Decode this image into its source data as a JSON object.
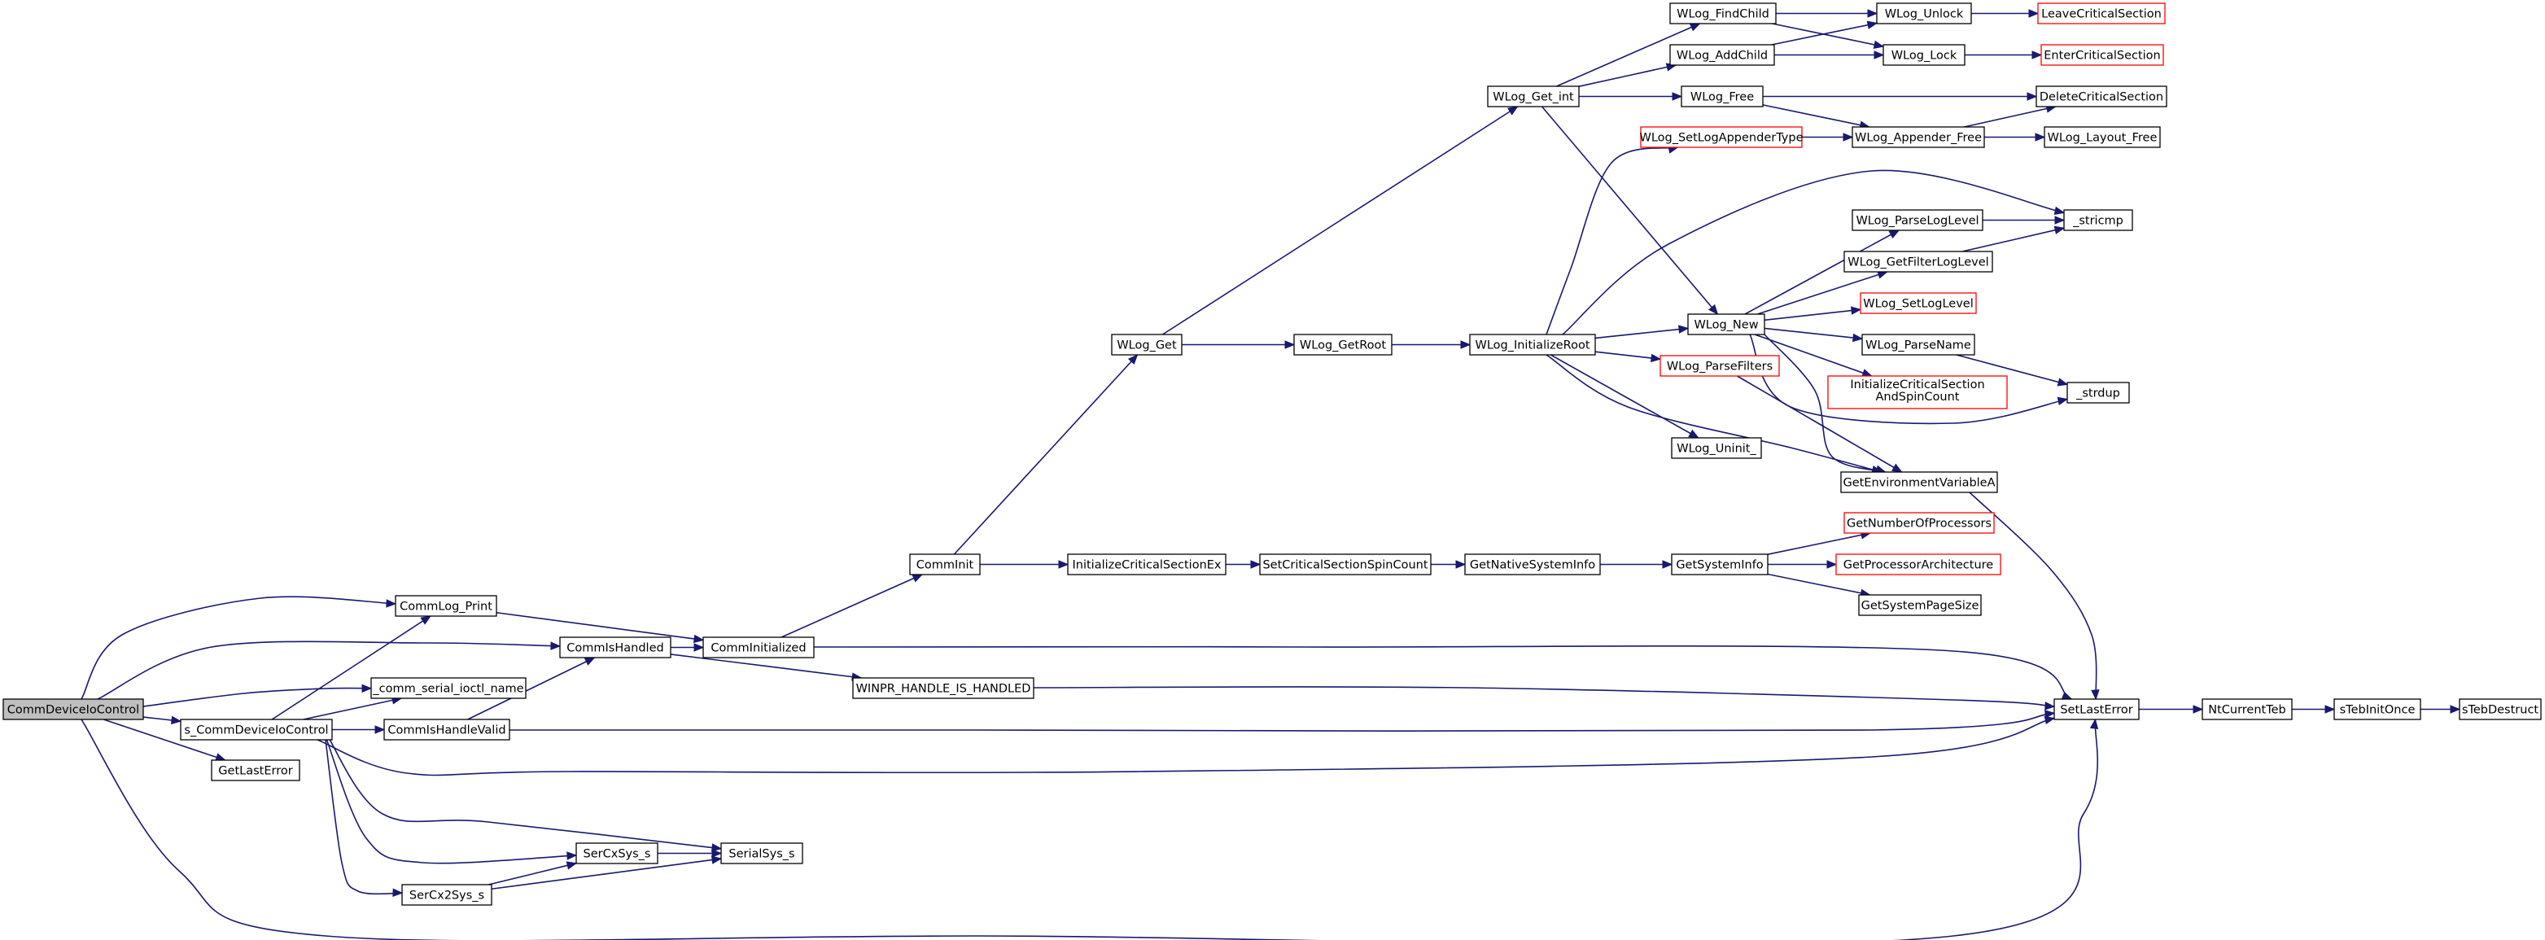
{
  "colors": {
    "edge": "#191970",
    "node_border": "#000000",
    "truncated_node_border": "#ff0000",
    "root_fill": "#bfbfbf",
    "node_fill": "#ffffff"
  },
  "nodes": {
    "CommDeviceIoControl": "CommDeviceIoControl",
    "CommLog_Print": "CommLog_Print",
    "CommIsHandled": "CommIsHandled",
    "_comm_serial_ioctl_name": "_comm_serial_ioctl_name",
    "s_CommDeviceIoControl": "s_CommDeviceIoControl",
    "GetLastError": "GetLastError",
    "CommIsHandleValid": "CommIsHandleValid",
    "SerCxSys_s": "SerCxSys_s",
    "SerCx2Sys_s": "SerCx2Sys_s",
    "SerialSys_s": "SerialSys_s",
    "CommInitialized": "CommInitialized",
    "WINPR_HANDLE_IS_HANDLED": "WINPR_HANDLE_IS_HANDLED",
    "CommInit": "CommInit",
    "WLog_Get": "WLog_Get",
    "InitializeCriticalSectionEx": "InitializeCriticalSectionEx",
    "SetCriticalSectionSpinCount": "SetCriticalSectionSpinCount",
    "GetNativeSystemInfo": "GetNativeSystemInfo",
    "GetSystemInfo": "GetSystemInfo",
    "GetNumberOfProcessors": "GetNumberOfProcessors",
    "GetProcessorArchitecture": "GetProcessorArchitecture",
    "GetSystemPageSize": "GetSystemPageSize",
    "WLog_GetRoot": "WLog_GetRoot",
    "WLog_InitializeRoot": "WLog_InitializeRoot",
    "WLog_Get_int": "WLog_Get_int",
    "WLog_FindChild": "WLog_FindChild",
    "WLog_AddChild": "WLog_AddChild",
    "WLog_Free": "WLog_Free",
    "WLog_Unlock": "WLog_Unlock",
    "WLog_Lock": "WLog_Lock",
    "LeaveCriticalSection": "LeaveCriticalSection",
    "EnterCriticalSection": "EnterCriticalSection",
    "DeleteCriticalSection": "DeleteCriticalSection",
    "WLog_SetLogAppenderType": "WLog_SetLogAppenderType",
    "WLog_Appender_Free": "WLog_Appender_Free",
    "WLog_Layout_Free": "WLog_Layout_Free",
    "WLog_New": "WLog_New",
    "WLog_ParseFilters": "WLog_ParseFilters",
    "WLog_Uninit_": "WLog_Uninit_",
    "WLog_ParseLogLevel": "WLog_ParseLogLevel",
    "WLog_GetFilterLogLevel": "WLog_GetFilterLogLevel",
    "WLog_SetLogLevel": "WLog_SetLogLevel",
    "WLog_ParseName": "WLog_ParseName",
    "InitializeCriticalSectionAndSpinCount_line1": "InitializeCriticalSection",
    "InitializeCriticalSectionAndSpinCount_line2": "AndSpinCount",
    "_stricmp": "_stricmp",
    "_strdup": "_strdup",
    "GetEnvironmentVariableA": "GetEnvironmentVariableA",
    "SetLastError": "SetLastError",
    "NtCurrentTeb": "NtCurrentTeb",
    "sTebInitOnce": "sTebInitOnce",
    "sTebDestruct": "sTebDestruct"
  },
  "edges": [
    [
      "CommDeviceIoControl",
      "CommLog_Print"
    ],
    [
      "CommDeviceIoControl",
      "CommIsHandled"
    ],
    [
      "CommDeviceIoControl",
      "_comm_serial_ioctl_name"
    ],
    [
      "CommDeviceIoControl",
      "s_CommDeviceIoControl"
    ],
    [
      "CommDeviceIoControl",
      "GetLastError"
    ],
    [
      "CommDeviceIoControl",
      "SetLastError"
    ],
    [
      "s_CommDeviceIoControl",
      "CommLog_Print"
    ],
    [
      "s_CommDeviceIoControl",
      "_comm_serial_ioctl_name"
    ],
    [
      "s_CommDeviceIoControl",
      "CommIsHandleValid"
    ],
    [
      "s_CommDeviceIoControl",
      "SerCxSys_s"
    ],
    [
      "s_CommDeviceIoControl",
      "SerCx2Sys_s"
    ],
    [
      "s_CommDeviceIoControl",
      "SerialSys_s"
    ],
    [
      "s_CommDeviceIoControl",
      "SetLastError"
    ],
    [
      "CommIsHandleValid",
      "CommIsHandled"
    ],
    [
      "CommIsHandleValid",
      "SetLastError"
    ],
    [
      "SerCxSys_s",
      "SerialSys_s"
    ],
    [
      "SerCx2Sys_s",
      "SerCxSys_s"
    ],
    [
      "SerCx2Sys_s",
      "SerialSys_s"
    ],
    [
      "CommLog_Print",
      "CommInitialized"
    ],
    [
      "CommIsHandled",
      "CommInitialized"
    ],
    [
      "CommIsHandled",
      "WINPR_HANDLE_IS_HANDLED"
    ],
    [
      "CommInitialized",
      "CommInit"
    ],
    [
      "CommInitialized",
      "SetLastError"
    ],
    [
      "WINPR_HANDLE_IS_HANDLED",
      "SetLastError"
    ],
    [
      "CommInit",
      "WLog_Get"
    ],
    [
      "CommInit",
      "InitializeCriticalSectionEx"
    ],
    [
      "InitializeCriticalSectionEx",
      "SetCriticalSectionSpinCount"
    ],
    [
      "SetCriticalSectionSpinCount",
      "GetNativeSystemInfo"
    ],
    [
      "GetNativeSystemInfo",
      "GetSystemInfo"
    ],
    [
      "GetSystemInfo",
      "GetNumberOfProcessors"
    ],
    [
      "GetSystemInfo",
      "GetProcessorArchitecture"
    ],
    [
      "GetSystemInfo",
      "GetSystemPageSize"
    ],
    [
      "WLog_Get",
      "WLog_GetRoot"
    ],
    [
      "WLog_Get",
      "WLog_Get_int"
    ],
    [
      "WLog_GetRoot",
      "WLog_InitializeRoot"
    ],
    [
      "WLog_Get_int",
      "WLog_FindChild"
    ],
    [
      "WLog_Get_int",
      "WLog_AddChild"
    ],
    [
      "WLog_Get_int",
      "WLog_Free"
    ],
    [
      "WLog_Get_int",
      "WLog_New"
    ],
    [
      "WLog_FindChild",
      "WLog_Unlock"
    ],
    [
      "WLog_FindChild",
      "WLog_Lock"
    ],
    [
      "WLog_AddChild",
      "WLog_Unlock"
    ],
    [
      "WLog_AddChild",
      "WLog_Lock"
    ],
    [
      "WLog_Unlock",
      "LeaveCriticalSection"
    ],
    [
      "WLog_Lock",
      "EnterCriticalSection"
    ],
    [
      "WLog_Free",
      "DeleteCriticalSection"
    ],
    [
      "WLog_Free",
      "WLog_Appender_Free"
    ],
    [
      "WLog_SetLogAppenderType",
      "WLog_Appender_Free"
    ],
    [
      "WLog_Appender_Free",
      "DeleteCriticalSection"
    ],
    [
      "WLog_Appender_Free",
      "WLog_Layout_Free"
    ],
    [
      "WLog_InitializeRoot",
      "WLog_SetLogAppenderType"
    ],
    [
      "WLog_InitializeRoot",
      "_stricmp"
    ],
    [
      "WLog_InitializeRoot",
      "WLog_New"
    ],
    [
      "WLog_InitializeRoot",
      "WLog_ParseFilters"
    ],
    [
      "WLog_InitializeRoot",
      "WLog_Uninit_"
    ],
    [
      "WLog_InitializeRoot",
      "GetEnvironmentVariableA"
    ],
    [
      "WLog_New",
      "WLog_ParseLogLevel"
    ],
    [
      "WLog_New",
      "WLog_GetFilterLogLevel"
    ],
    [
      "WLog_New",
      "WLog_SetLogLevel"
    ],
    [
      "WLog_New",
      "WLog_ParseName"
    ],
    [
      "WLog_New",
      "InitializeCriticalSectionAndSpinCount"
    ],
    [
      "WLog_New",
      "_strdup"
    ],
    [
      "WLog_New",
      "GetEnvironmentVariableA"
    ],
    [
      "WLog_ParseLogLevel",
      "_stricmp"
    ],
    [
      "WLog_GetFilterLogLevel",
      "_stricmp"
    ],
    [
      "WLog_ParseName",
      "_strdup"
    ],
    [
      "WLog_ParseFilters",
      "GetEnvironmentVariableA"
    ],
    [
      "GetEnvironmentVariableA",
      "SetLastError"
    ],
    [
      "SetLastError",
      "NtCurrentTeb"
    ],
    [
      "NtCurrentTeb",
      "sTebInitOnce"
    ],
    [
      "sTebInitOnce",
      "sTebDestruct"
    ]
  ]
}
